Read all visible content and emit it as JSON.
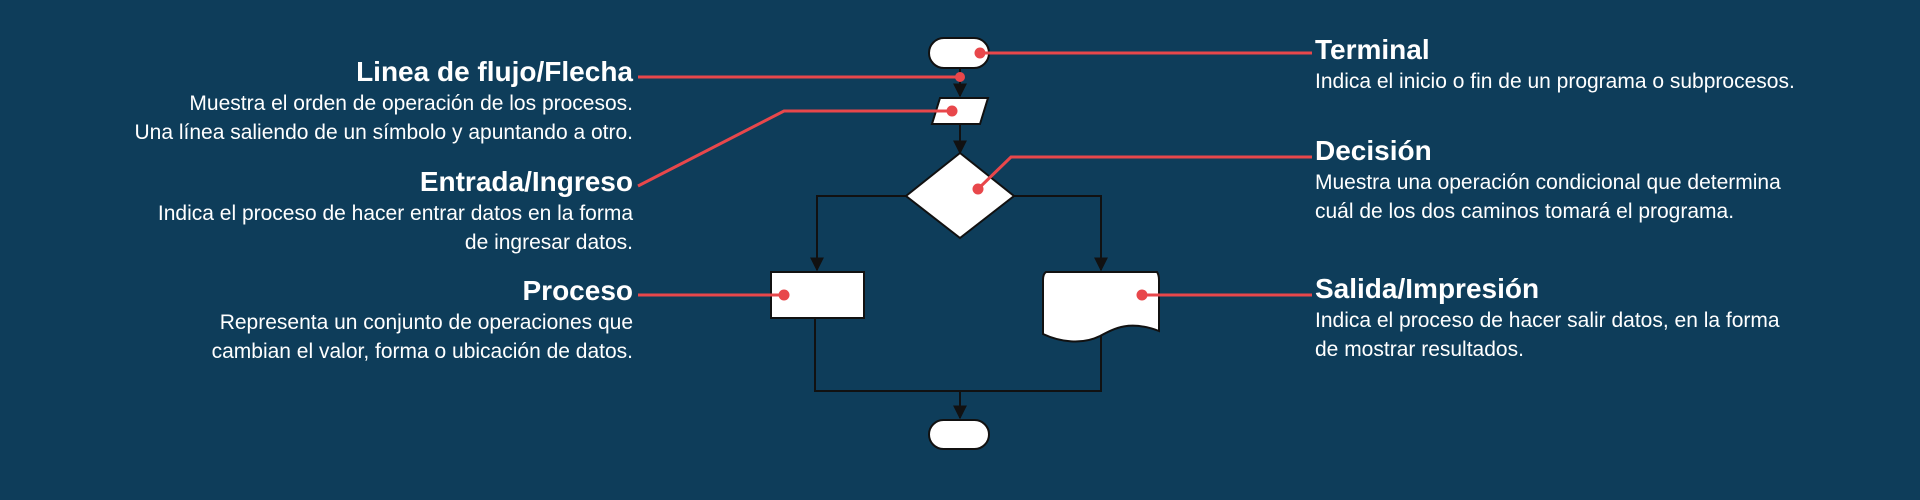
{
  "legend": {
    "left": [
      {
        "key": "flow-line",
        "title": "Linea de flujo/Flecha",
        "lines": [
          "Muestra el orden de operación de los procesos.",
          "Una línea saliendo de un símbolo y apuntando a otro."
        ]
      },
      {
        "key": "input",
        "title": "Entrada/Ingreso",
        "lines": [
          "Indica el proceso de hacer entrar datos en la forma",
          "de ingresar datos."
        ]
      },
      {
        "key": "process",
        "title": "Proceso",
        "lines": [
          "Representa un conjunto de operaciones que",
          "cambian el valor, forma o ubicación de datos."
        ]
      }
    ],
    "right": [
      {
        "key": "terminal",
        "title": "Terminal",
        "lines": [
          "Indica el inicio o fin de un programa o subprocesos."
        ]
      },
      {
        "key": "decision",
        "title": "Decisión",
        "lines": [
          "Muestra una operación condicional que determina",
          "cuál de los dos caminos tomará el programa."
        ]
      },
      {
        "key": "output",
        "title": "Salida/Impresión",
        "lines": [
          "Indica el proceso de hacer salir datos, en la forma",
          "de mostrar resultados."
        ]
      }
    ]
  },
  "colors": {
    "background": "#0e3d5a",
    "callout": "#e8474b",
    "shape_fill": "#ffffff",
    "shape_stroke": "#111111",
    "text": "#ffffff"
  }
}
